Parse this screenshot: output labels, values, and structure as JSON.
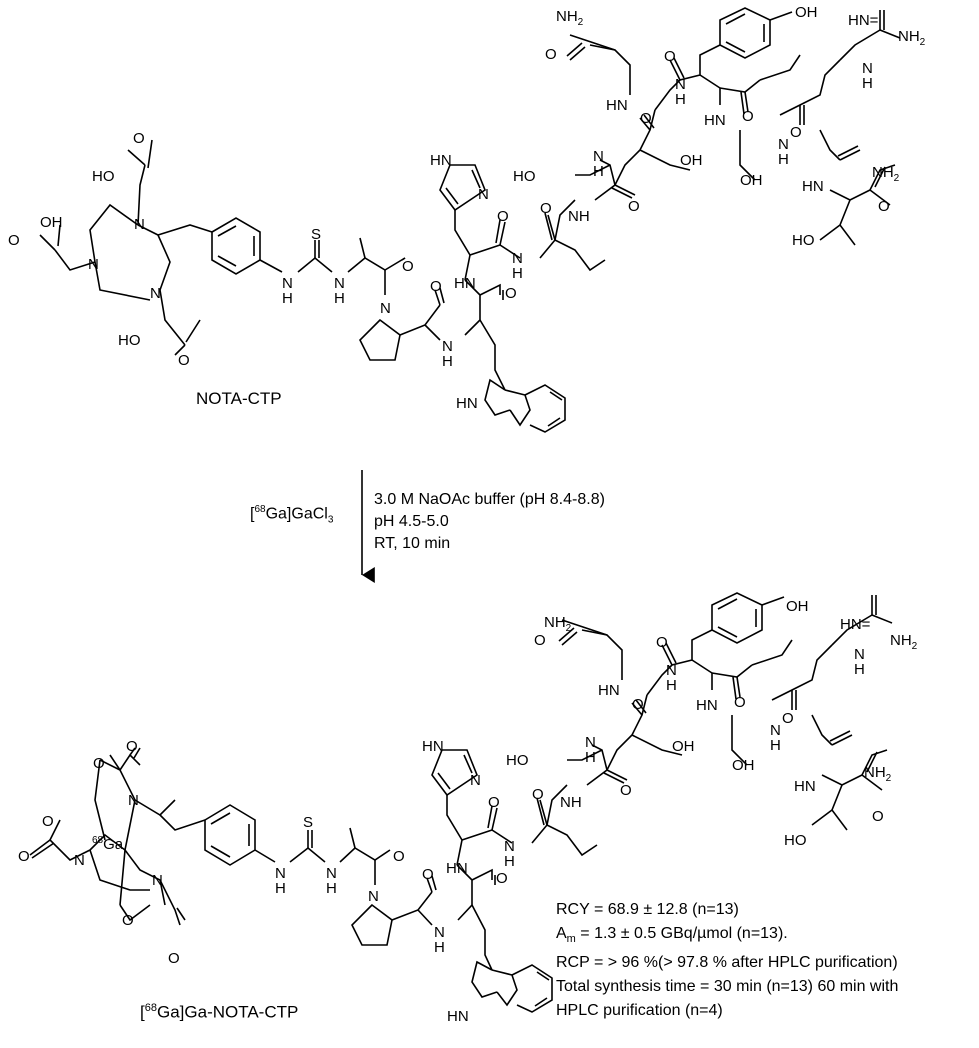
{
  "reactant": {
    "name": "NOTA-CTP"
  },
  "product": {
    "name_pre": "[",
    "name_sup": "68",
    "name_post": "Ga]Ga-NOTA-CTP"
  },
  "reagent": {
    "pre": "[",
    "sup": "68",
    "post": "Ga]GaCl",
    "sub": "3"
  },
  "conditions": [
    "3.0 M NaOAc buffer (pH 8.4-8.8)",
    " pH 4.5-5.0",
    "RT,  10 min"
  ],
  "results": {
    "rcy": "RCY = 68.9 ± 12.8 (n=13)",
    "am_symbol": "A",
    "am_sub": "m",
    "am_rest": " = 1.3 ± 0.5 GBq/µmol (n=13).",
    "rcp": "RCP =  > 96 %(> 97.8 % after HPLC purification)",
    "time_line1": "Total synthesis time = 30 min (n=13) 60 min with",
    "time_line2": "HPLC purification (n=4)"
  },
  "atom_labels": {
    "ho": "HO",
    "oh": "OH",
    "o": "O",
    "n": "N",
    "s": "S",
    "nh": "NH",
    "hn": "HN",
    "hn_eq": "HN=",
    "nh2": "NH",
    "nh2_sub": "2",
    "ga_sup": "68",
    "ga": "Ga"
  }
}
